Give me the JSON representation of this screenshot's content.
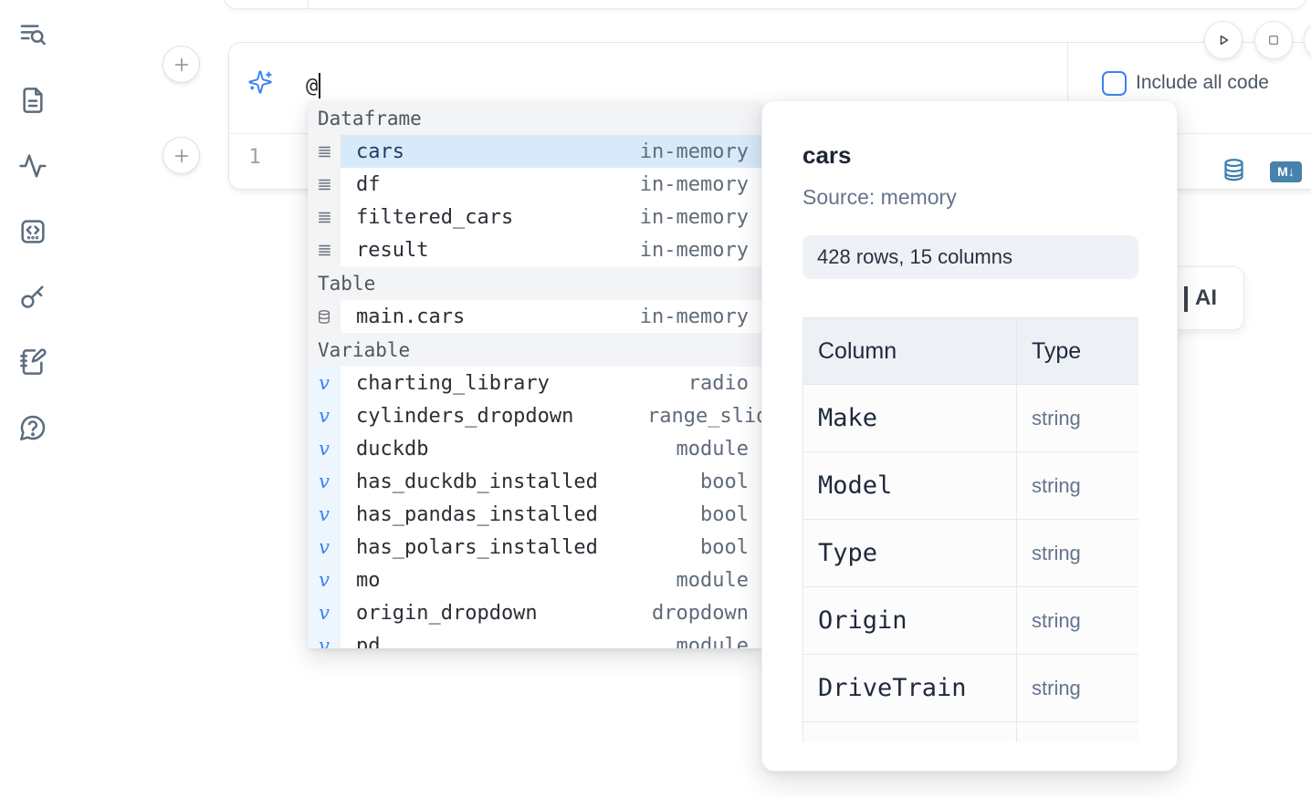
{
  "sidebar": {
    "icons": [
      "list-search",
      "file-text",
      "activity",
      "code-square",
      "key",
      "notebook-pen",
      "help-chat"
    ]
  },
  "cell": {
    "prompt_value": "@",
    "include_all_code_label": "Include all code",
    "checkbox_checked": false,
    "line_number": "1",
    "markdown_badge": "M↓"
  },
  "completion_menu": {
    "sections": [
      {
        "label": "Dataframe",
        "icon": "dataframe-rows-icon",
        "items": [
          {
            "name": "cars",
            "type": "in-memory",
            "selected": true
          },
          {
            "name": "df",
            "type": "in-memory"
          },
          {
            "name": "filtered_cars",
            "type": "in-memory"
          },
          {
            "name": "result",
            "type": "in-memory"
          }
        ]
      },
      {
        "label": "Table",
        "icon": "database-icon",
        "items": [
          {
            "name": "main.cars",
            "type": "in-memory"
          }
        ]
      },
      {
        "label": "Variable",
        "icon": "variable-icon",
        "items": [
          {
            "name": "charting_library",
            "type": "radio"
          },
          {
            "name": "cylinders_dropdown",
            "type": "range_slider"
          },
          {
            "name": "duckdb",
            "type": "module"
          },
          {
            "name": "has_duckdb_installed",
            "type": "bool"
          },
          {
            "name": "has_pandas_installed",
            "type": "bool"
          },
          {
            "name": "has_polars_installed",
            "type": "bool"
          },
          {
            "name": "mo",
            "type": "module"
          },
          {
            "name": "origin_dropdown",
            "type": "dropdown"
          },
          {
            "name": "pd",
            "type": "module",
            "partial": true
          }
        ]
      }
    ]
  },
  "preview": {
    "title": "cars",
    "source": "Source: memory",
    "shape": "428 rows, 15 columns",
    "table": {
      "headers": [
        "Column",
        "Type"
      ],
      "rows": [
        [
          "Make",
          "string"
        ],
        [
          "Model",
          "string"
        ],
        [
          "Type",
          "string"
        ],
        [
          "Origin",
          "string"
        ],
        [
          "DriveTrain",
          "string"
        ]
      ]
    }
  },
  "ai_button": {
    "visible_label": "AI"
  },
  "colors": {
    "accent_blue": "#3b82f6",
    "icon_steel_blue": "#3d7fae",
    "selection_blue": "#d8eafa",
    "sidebar_icon": "#5b6c7d"
  }
}
